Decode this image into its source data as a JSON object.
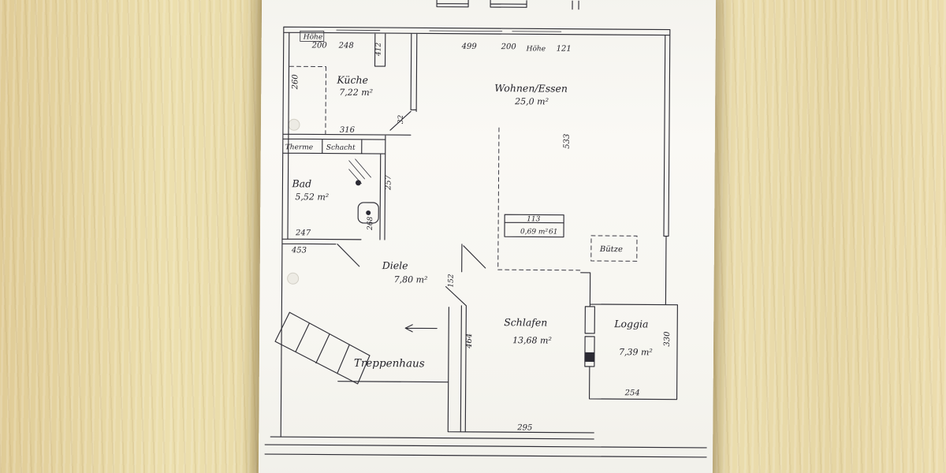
{
  "plan": {
    "rooms": {
      "kueche_name": "Küche",
      "kueche_area": "7,22 m²",
      "wohnen_name": "Wohnen/Essen",
      "wohnen_area": "25,0 m²",
      "bad_name": "Bad",
      "bad_area": "5,52 m²",
      "diele_name": "Diele",
      "diele_area": "7,80 m²",
      "schlafen_name": "Schlafen",
      "schlafen_area": "13,68 m²",
      "loggia_name": "Loggia",
      "loggia_area": "7,39 m²",
      "treppenhaus_name": "Treppenhaus",
      "therme_name": "Therme",
      "schacht_name": "Schacht",
      "buetze_name": "Bütze",
      "kammer_area": "0,69 m²"
    },
    "dims": {
      "hoehe_left": "Höhe",
      "hoehe_right": "Höhe",
      "t200a": "200",
      "t248": "248",
      "t412": "412",
      "t499": "499",
      "t200b": "200",
      "t121": "121",
      "l260": "260",
      "k316": "316",
      "k32": "32",
      "w533": "533",
      "b257": "257",
      "b268": "268",
      "b247": "247",
      "d453": "453",
      "c113": "113",
      "c61": "61",
      "s152": "152",
      "s464": "464",
      "s295": "295",
      "lg254": "254",
      "lg330": "330"
    }
  }
}
